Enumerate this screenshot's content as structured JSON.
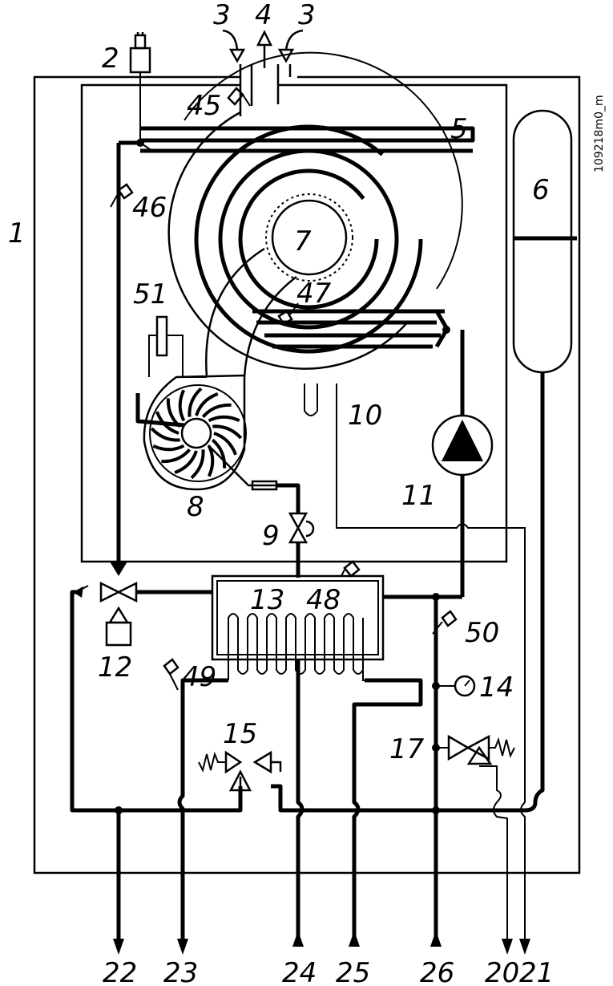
{
  "drawing_code": "109218m0_m",
  "labels": {
    "l1": "1",
    "l2": "2",
    "l3a": "3",
    "l3b": "3",
    "l4": "4",
    "l5": "5",
    "l6": "6",
    "l7": "7",
    "l8": "8",
    "l9": "9",
    "l10": "10",
    "l11": "11",
    "l12": "12",
    "l13": "13",
    "l14": "14",
    "l15": "15",
    "l17": "17",
    "l20": "20",
    "l21": "21",
    "l22": "22",
    "l23": "23",
    "l24": "24",
    "l25": "25",
    "l26": "26",
    "l45": "45",
    "l46": "46",
    "l47": "47",
    "l48": "48",
    "l49": "49",
    "l50": "50",
    "l51": "51"
  }
}
